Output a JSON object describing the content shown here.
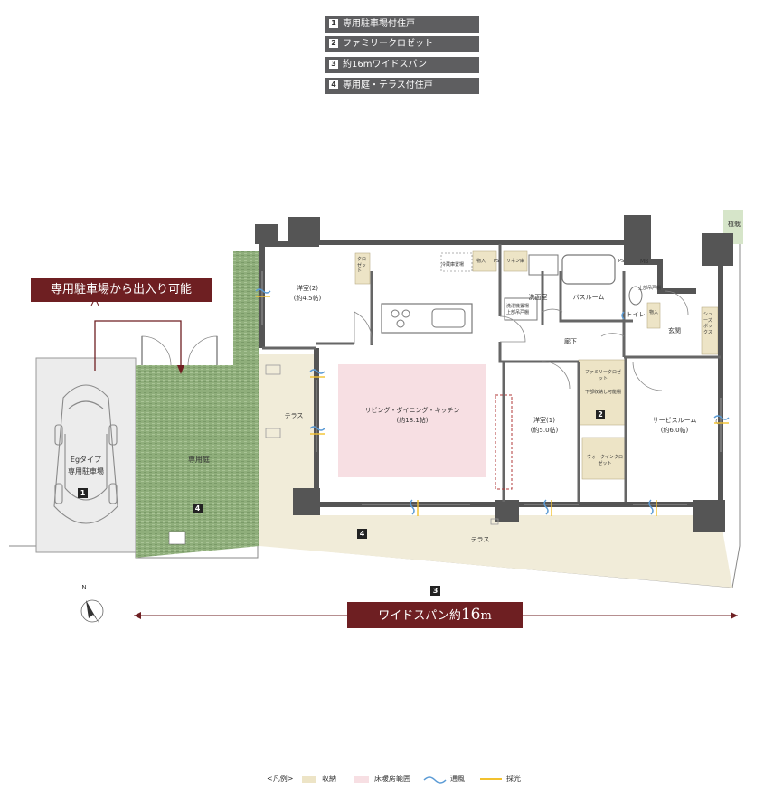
{
  "features": [
    {
      "num": "1",
      "label": "専用駐車場付住戸"
    },
    {
      "num": "2",
      "label": "ファミリークロゼット"
    },
    {
      "num": "3",
      "label": "約16mワイドスパン"
    },
    {
      "num": "4",
      "label": "専用庭・テラス付住戸"
    }
  ],
  "parking_banner": "専用駐車場から出入り可能",
  "parking": {
    "type": "Egタイプ",
    "label": "専用駐車場",
    "num": "1"
  },
  "garden": {
    "label": "専用庭",
    "num": "4"
  },
  "plants": "植栽",
  "rooms": {
    "western2": {
      "name": "洋室(2)",
      "size": "(約4.5帖)"
    },
    "ldk": {
      "name": "リビング・ダイニング・キッチン",
      "size": "(約18.1帖)"
    },
    "western1": {
      "name": "洋室(1)",
      "size": "(約5.0帖)"
    },
    "service": {
      "name": "サービスルーム",
      "size": "(約6.0帖)"
    },
    "washroom": "洗面室",
    "bathroom": "バスルーム",
    "toilet": "トイレ",
    "hallway": "廊下",
    "entrance": "玄関",
    "terrace_side": "テラス",
    "terrace_main": "テラス"
  },
  "small_labels": {
    "closet": "クロゼット",
    "fridge": "冷蔵庫置場",
    "storage": "物入",
    "ps": "PS",
    "linen": "リネン庫",
    "washer": "洗濯機置場",
    "upper_shelf": "上部吊戸棚",
    "mb": "MB",
    "shoe_box": "シューズボックス",
    "family_closet": "ファミリークロゼット",
    "under_floor": "下部収納し可能棚",
    "walkin_closet": "ウォークインクロゼット",
    "feature_num": "2",
    "terrace_num": "4"
  },
  "span": {
    "prefix": "ワイドスパン約",
    "value": "16",
    "unit": "m",
    "num": "3"
  },
  "compass": "N",
  "legend": {
    "title": "<凡例>",
    "items": [
      {
        "label": "収納",
        "color": "#ede4c6"
      },
      {
        "label": "床暖房範囲",
        "color": "#f7dfe3"
      },
      {
        "label": "通風",
        "color": "#5b9bd5"
      },
      {
        "label": "採光",
        "color": "#f2c12e"
      }
    ]
  },
  "colors": {
    "banner": "#6e1f22",
    "feature_bar": "#5e5e60",
    "wall": "#555555",
    "garden": "#8aa777",
    "terrace": "#f1ecd9"
  }
}
